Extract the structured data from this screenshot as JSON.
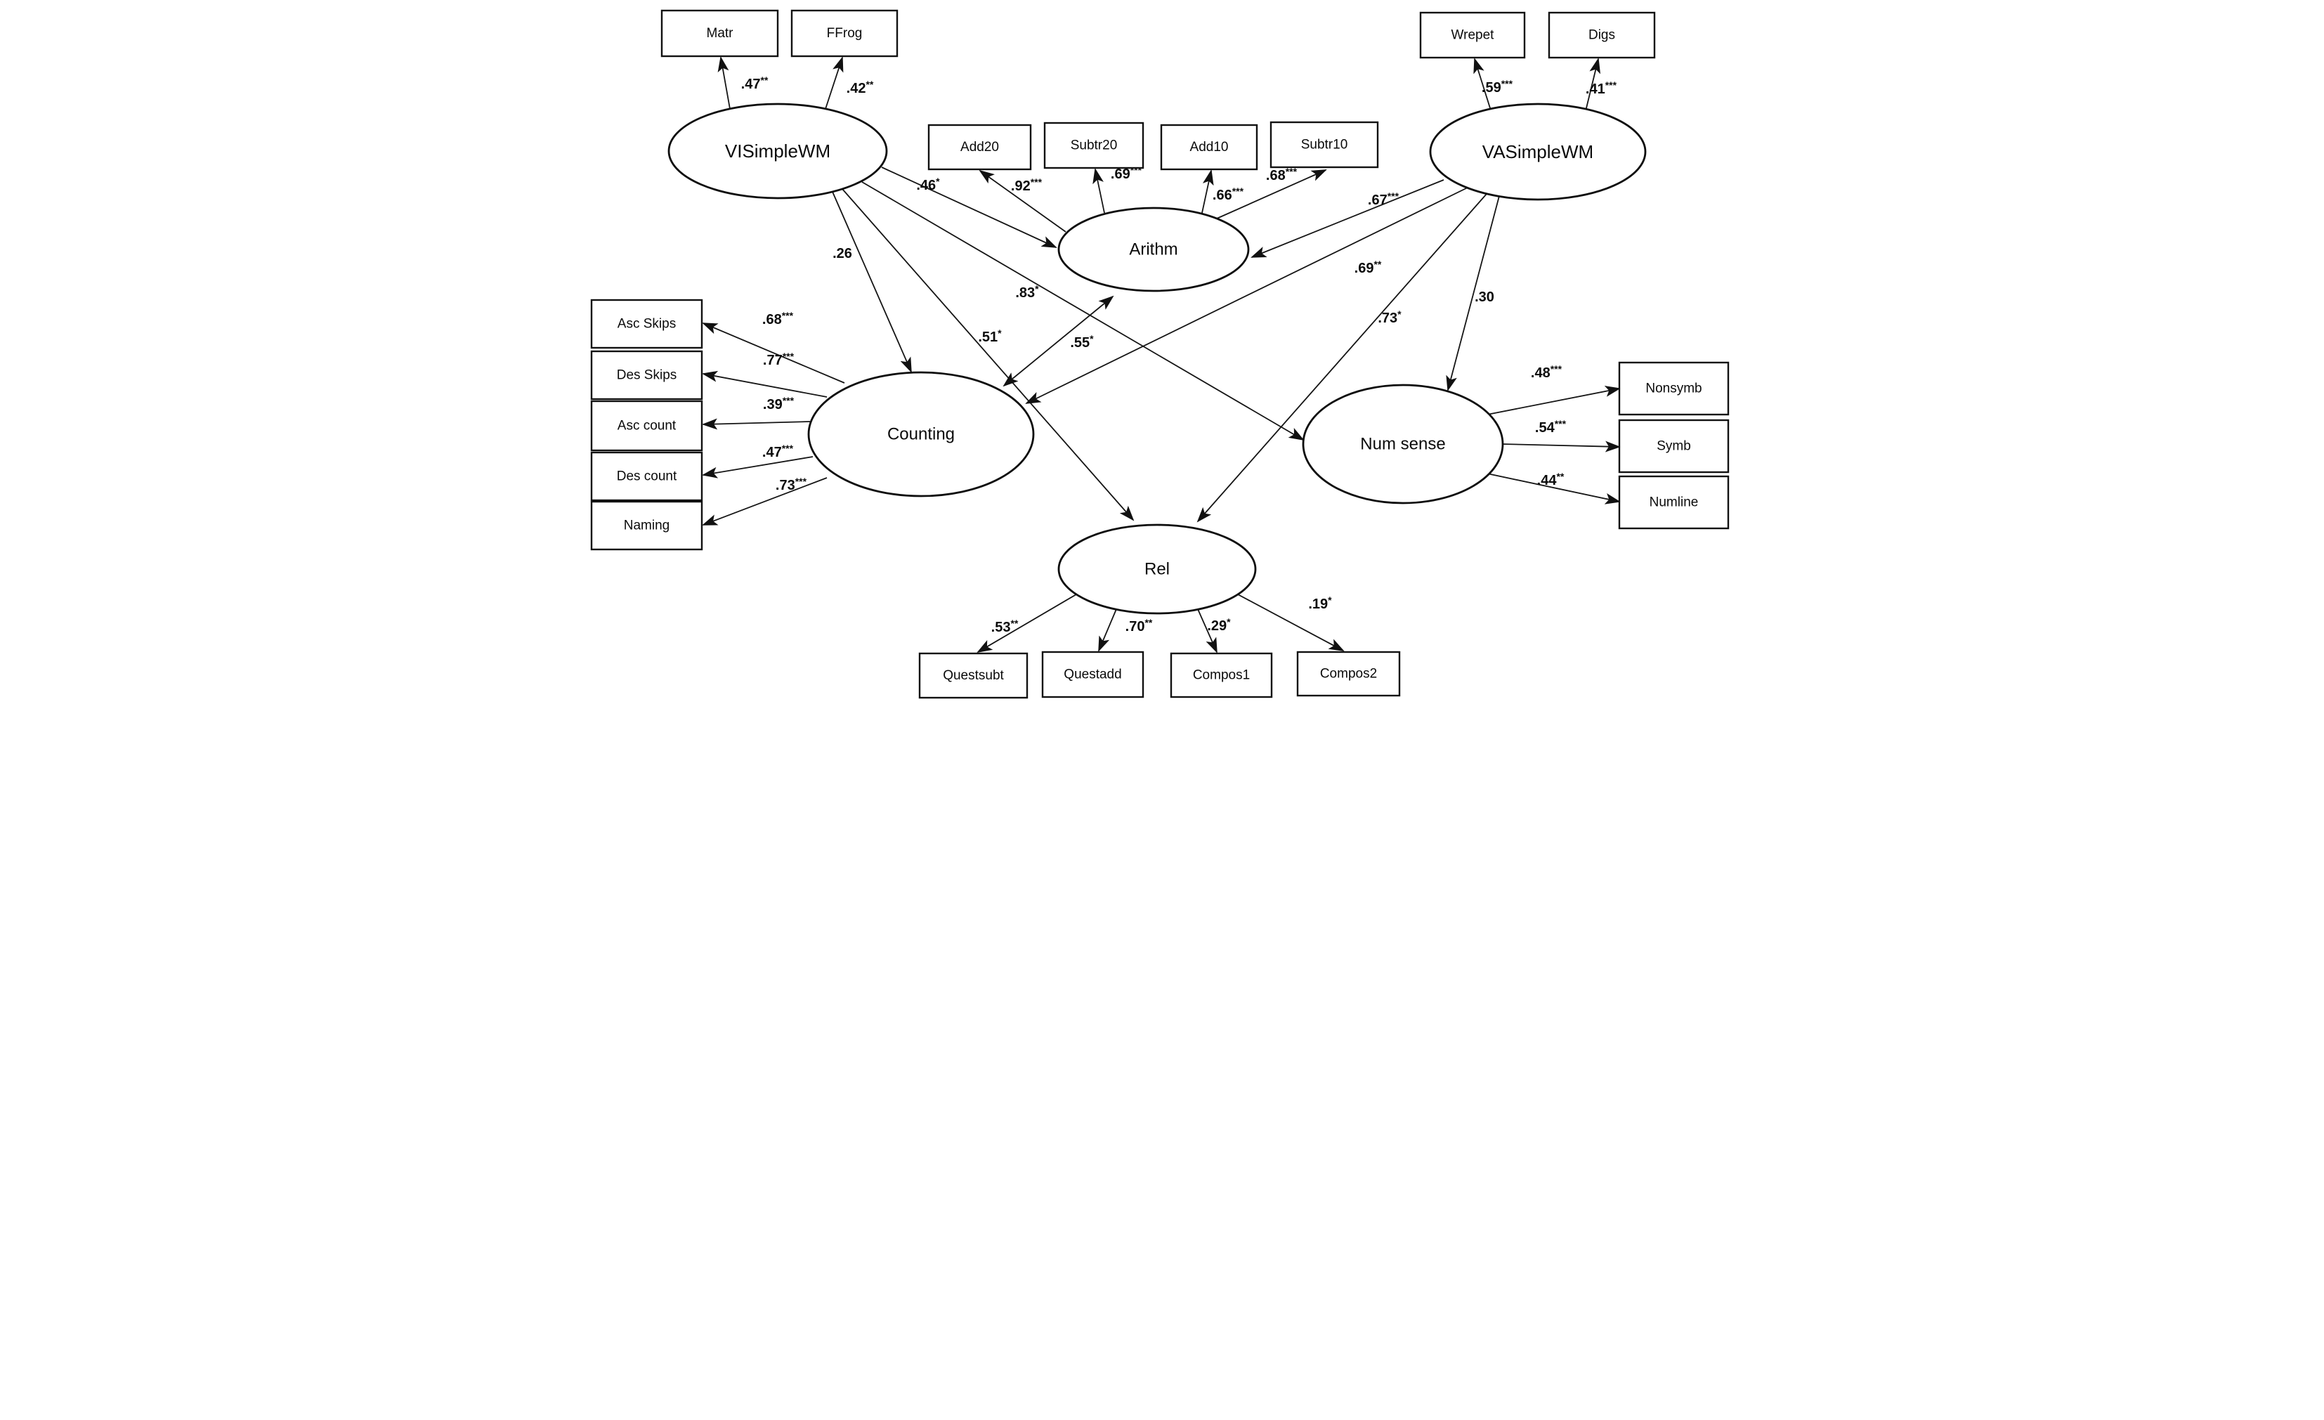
{
  "diagram": {
    "type": "sem-path-diagram",
    "colors": {
      "line": "#151515",
      "text": "#0a0a0a",
      "node_fill": "#ffffff",
      "background": "#ffffff"
    },
    "latent_variables": [
      {
        "id": "visimplewm",
        "label": "VISimpleWM"
      },
      {
        "id": "vasimplewm",
        "label": "VASimpleWM"
      },
      {
        "id": "arithm",
        "label": "Arithm"
      },
      {
        "id": "counting",
        "label": "Counting"
      },
      {
        "id": "numsense",
        "label": "Num sense"
      },
      {
        "id": "rel",
        "label": "Rel"
      }
    ],
    "observed_variables": [
      {
        "id": "matr",
        "label": "Matr"
      },
      {
        "id": "ffrog",
        "label": "FFrog"
      },
      {
        "id": "wrepet",
        "label": "Wrepet"
      },
      {
        "id": "digs",
        "label": "Digs"
      },
      {
        "id": "add20",
        "label": "Add20"
      },
      {
        "id": "subtr20",
        "label": "Subtr20"
      },
      {
        "id": "add10",
        "label": "Add10"
      },
      {
        "id": "subtr10",
        "label": "Subtr10"
      },
      {
        "id": "ascskips",
        "label": "Asc Skips"
      },
      {
        "id": "desskips",
        "label": "Des Skips"
      },
      {
        "id": "asccount",
        "label": "Asc count"
      },
      {
        "id": "descount",
        "label": "Des count"
      },
      {
        "id": "naming",
        "label": "Naming"
      },
      {
        "id": "nonsymb",
        "label": "Nonsymb"
      },
      {
        "id": "symb",
        "label": "Symb"
      },
      {
        "id": "numline",
        "label": "Numline"
      },
      {
        "id": "questsubt",
        "label": "Questsubt"
      },
      {
        "id": "questadd",
        "label": "Questadd"
      },
      {
        "id": "compos1",
        "label": "Compos1"
      },
      {
        "id": "compos2",
        "label": "Compos2"
      }
    ],
    "measurement_paths": [
      {
        "from": "visimplewm",
        "to": "matr",
        "coefficient": ".47",
        "significance": "**"
      },
      {
        "from": "visimplewm",
        "to": "ffrog",
        "coefficient": ".42",
        "significance": "**"
      },
      {
        "from": "vasimplewm",
        "to": "wrepet",
        "coefficient": ".59",
        "significance": "***"
      },
      {
        "from": "vasimplewm",
        "to": "digs",
        "coefficient": ".41",
        "significance": "***"
      },
      {
        "from": "arithm",
        "to": "add20",
        "coefficient": ".92",
        "significance": "***"
      },
      {
        "from": "arithm",
        "to": "subtr20",
        "coefficient": ".69",
        "significance": "***"
      },
      {
        "from": "arithm",
        "to": "add10",
        "coefficient": ".66",
        "significance": "***"
      },
      {
        "from": "arithm",
        "to": "subtr10",
        "coefficient": ".68",
        "significance": "***"
      },
      {
        "from": "counting",
        "to": "ascskips",
        "coefficient": ".68",
        "significance": "***"
      },
      {
        "from": "counting",
        "to": "desskips",
        "coefficient": ".77",
        "significance": "***"
      },
      {
        "from": "counting",
        "to": "asccount",
        "coefficient": ".39",
        "significance": "***"
      },
      {
        "from": "counting",
        "to": "descount",
        "coefficient": ".47",
        "significance": "***"
      },
      {
        "from": "counting",
        "to": "naming",
        "coefficient": ".73",
        "significance": "***"
      },
      {
        "from": "numsense",
        "to": "nonsymb",
        "coefficient": ".48",
        "significance": "***"
      },
      {
        "from": "numsense",
        "to": "symb",
        "coefficient": ".54",
        "significance": "***"
      },
      {
        "from": "numsense",
        "to": "numline",
        "coefficient": ".44",
        "significance": "**"
      },
      {
        "from": "rel",
        "to": "questsubt",
        "coefficient": ".53",
        "significance": "**"
      },
      {
        "from": "rel",
        "to": "questadd",
        "coefficient": ".70",
        "significance": "**"
      },
      {
        "from": "rel",
        "to": "compos1",
        "coefficient": ".29",
        "significance": "*"
      },
      {
        "from": "rel",
        "to": "compos2",
        "coefficient": ".19",
        "significance": "*"
      }
    ],
    "structural_paths": [
      {
        "from": "visimplewm",
        "to": "arithm",
        "coefficient": ".46",
        "significance": "*",
        "double_headed": false
      },
      {
        "from": "visimplewm",
        "to": "counting",
        "coefficient": ".26",
        "significance": "",
        "double_headed": false
      },
      {
        "from": "visimplewm",
        "to": "numsense",
        "coefficient": ".83",
        "significance": "*",
        "double_headed": false
      },
      {
        "from": "visimplewm",
        "to": "rel",
        "coefficient": ".51",
        "significance": "*",
        "double_headed": false
      },
      {
        "from": "vasimplewm",
        "to": "arithm",
        "coefficient": ".67",
        "significance": "***",
        "double_headed": false
      },
      {
        "from": "vasimplewm",
        "to": "counting",
        "coefficient": ".69",
        "significance": "**",
        "double_headed": false
      },
      {
        "from": "vasimplewm",
        "to": "numsense",
        "coefficient": ".30",
        "significance": "",
        "double_headed": false
      },
      {
        "from": "vasimplewm",
        "to": "rel",
        "coefficient": ".73",
        "significance": "*",
        "double_headed": false
      },
      {
        "from": "counting",
        "to": "arithm",
        "coefficient": ".55",
        "significance": "*",
        "double_headed": true
      }
    ]
  }
}
